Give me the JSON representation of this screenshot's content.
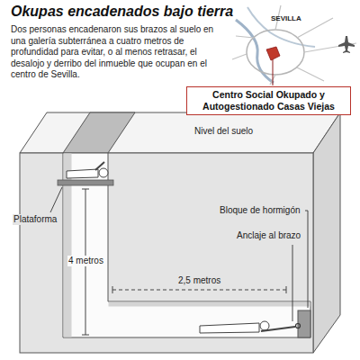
{
  "diagram": {
    "title": "Okupas encadenados bajo tierra",
    "caption": "Dos personas encadenaron sus brazos al suelo en una galería subterránea a cuatro metros de profundidad para evitar, o al menos retrasar, el desalojo y derribo del inmueble que ocupan en el centro de Sevilla.",
    "nodes": [
      {
        "text": [
          "Centro Social Okupado y Autogestionado Casas Viejas"
        ]
      }
    ],
    "labels": [
      "SEVILLA",
      "Nivel del suelo",
      "Bloque de hormigón",
      "Anclaje al brazo",
      "Plataforma",
      "2,5 metros",
      "4 metros"
    ]
  }
}
